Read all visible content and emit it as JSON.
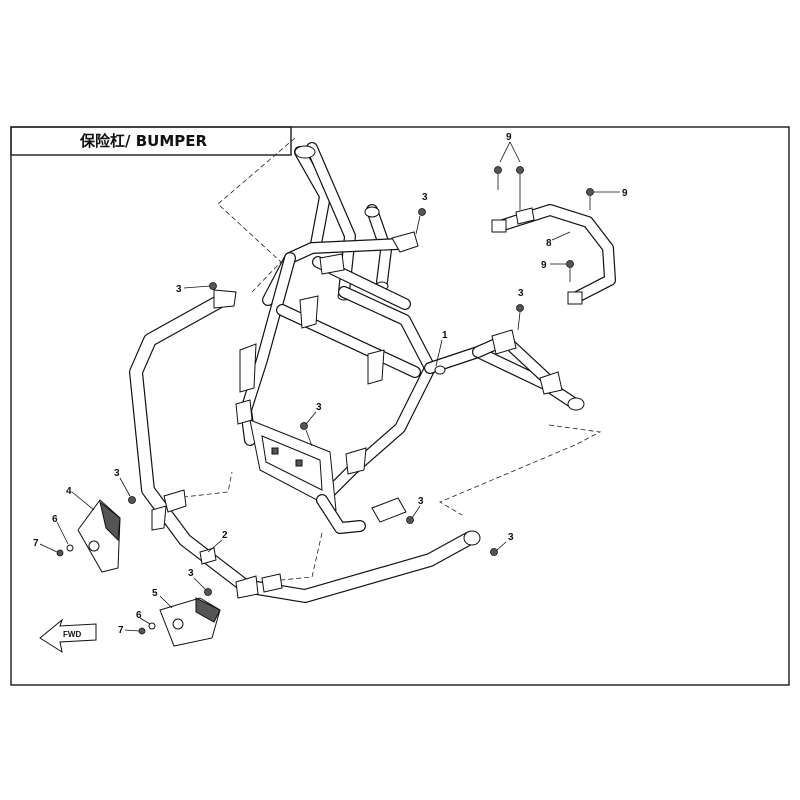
{
  "title": "保险杠/ BUMPER",
  "callouts": {
    "c1": "1",
    "c2": "2",
    "c3a": "3",
    "c3b": "3",
    "c3c": "3",
    "c3d": "3",
    "c3e": "3",
    "c3f": "3",
    "c3g": "3",
    "c3h": "3",
    "c4": "4",
    "c5": "5",
    "c6a": "6",
    "c6b": "6",
    "c7a": "7",
    "c7b": "7",
    "c8": "8",
    "c9a": "9",
    "c9b": "9",
    "c9c": "9"
  },
  "fwd_label": "FWD"
}
